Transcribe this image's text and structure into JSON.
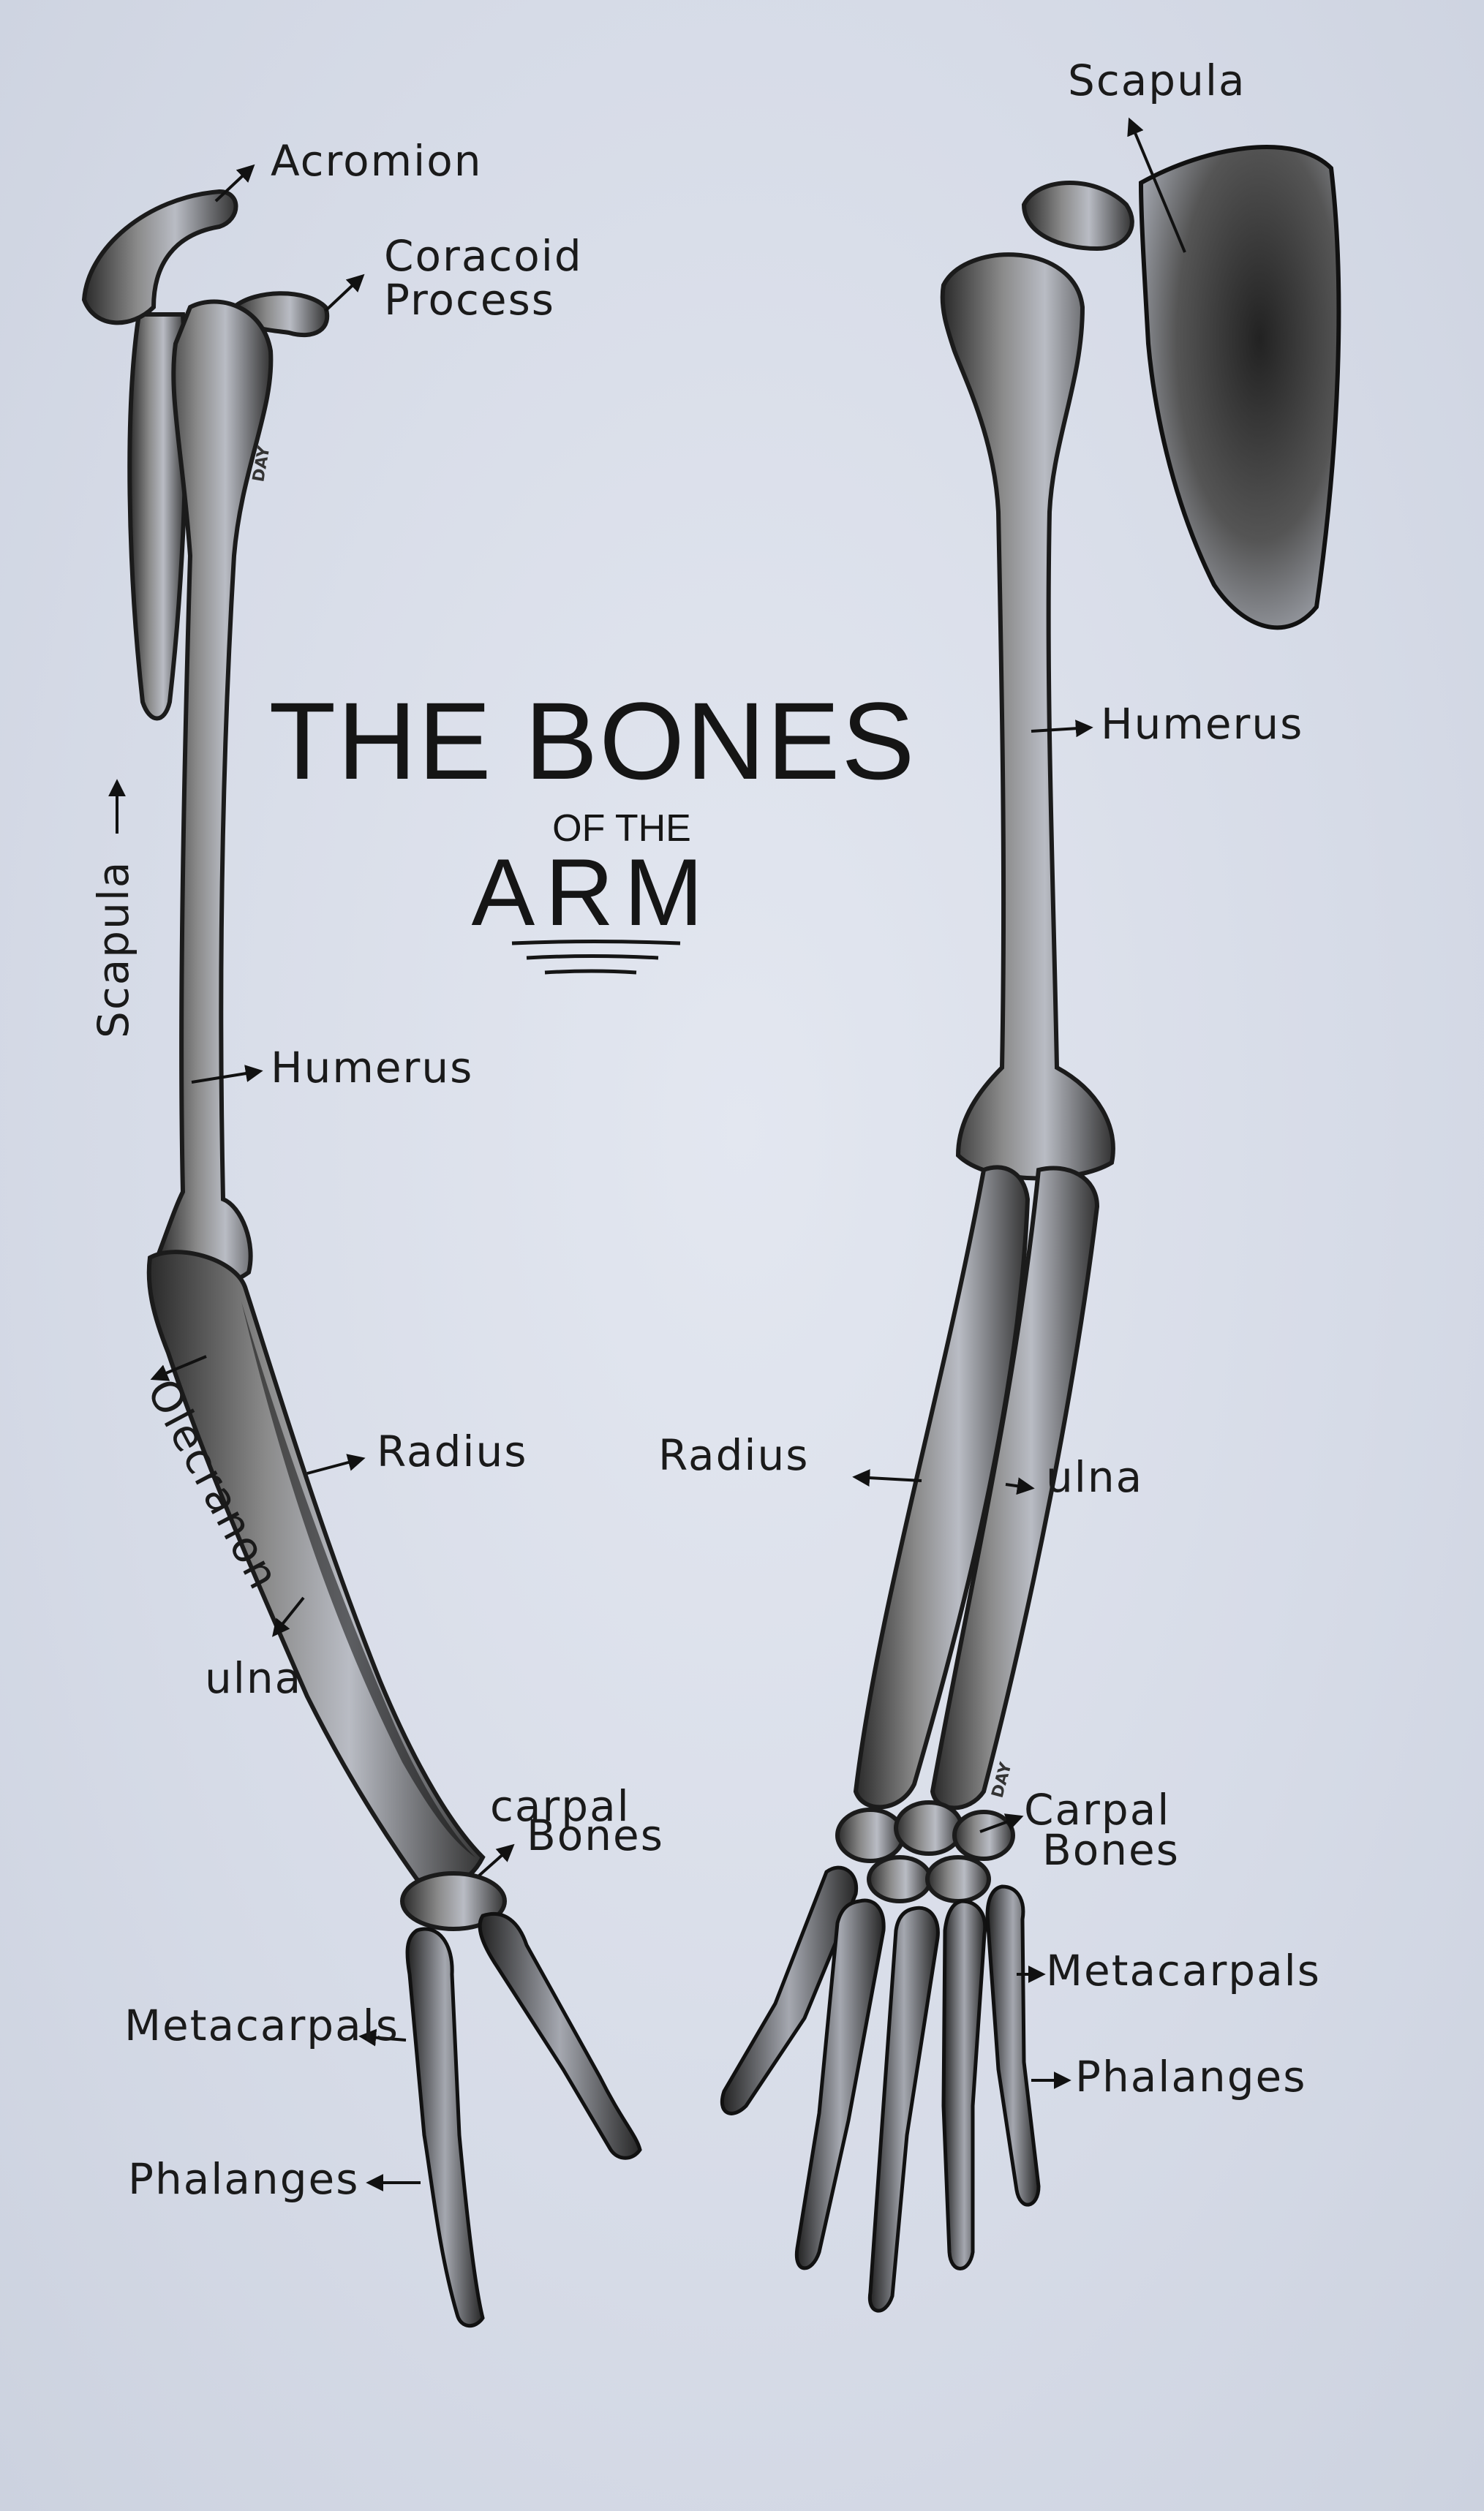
{
  "title": {
    "line1": "THE BONES",
    "line2": "OF THE",
    "line3": "ARM"
  },
  "signature": "DAY",
  "left_arm": {
    "labels": {
      "acromion": "Acromion",
      "coracoid_1": "Coracoid",
      "coracoid_2": "Process",
      "scapula": "Scapula",
      "humerus": "Humerus",
      "olecranon": "Olecranon",
      "radius": "Radius",
      "ulna": "ulna",
      "carpal_1": "carpal",
      "carpal_2": "Bones",
      "metacarpals": "Metacarpals",
      "phalanges": "Phalanges"
    }
  },
  "right_arm": {
    "labels": {
      "scapula": "Scapula",
      "humerus": "Humerus",
      "radius": "Radius",
      "ulna": "ulna",
      "carpal_1": "Carpal",
      "carpal_2": "Bones",
      "metacarpals": "Metacarpals",
      "phalanges": "Phalanges"
    }
  },
  "colors": {
    "paper": "#d6dbe7",
    "graphite": "#1b1b1b"
  }
}
